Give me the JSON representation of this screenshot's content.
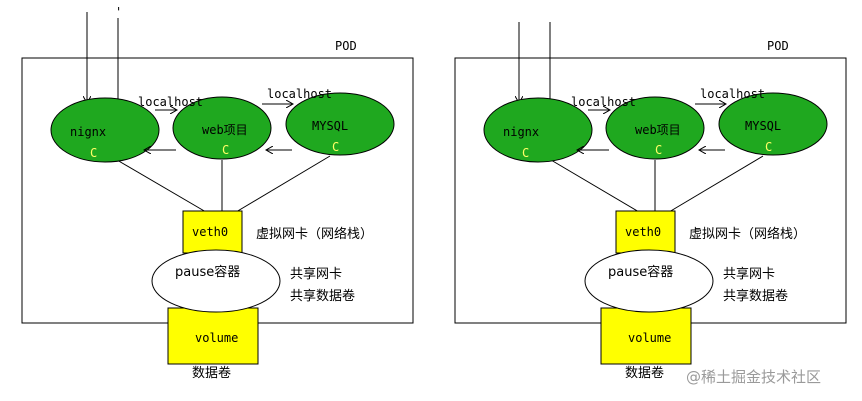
{
  "colors": {
    "container_fill": "#1fa81f",
    "container_label": "#ffff66",
    "yellow_box": "#ffff00",
    "line": "#000000",
    "watermark": "#9a9a9a"
  },
  "panels": [
    {
      "pod_label": "POD",
      "containers": [
        {
          "name": "nignx",
          "c": "C"
        },
        {
          "name": "web项目",
          "c": "C"
        },
        {
          "name": "MYSQL",
          "c": "C"
        }
      ],
      "localhost_1": "localhost",
      "localhost_2": "localhost",
      "veth": "veth0",
      "veth_desc": "虚拟网卡（网络栈）",
      "pause": "pause容器",
      "share_nic": "共享网卡",
      "share_vol": "共享数据卷",
      "volume": "volume",
      "volume_label": "数据卷"
    },
    {
      "pod_label": "POD",
      "containers": [
        {
          "name": "nignx",
          "c": "C"
        },
        {
          "name": "web项目",
          "c": "C"
        },
        {
          "name": "MYSQL",
          "c": "C"
        }
      ],
      "localhost_1": "localhost",
      "localhost_2": "localhost",
      "veth": "veth0",
      "veth_desc": "虚拟网卡（网络栈）",
      "pause": "pause容器",
      "share_nic": "共享网卡",
      "share_vol": "共享数据卷",
      "volume": "volume",
      "volume_label": "数据卷"
    }
  ],
  "watermark": "@稀土掘金技术社区"
}
